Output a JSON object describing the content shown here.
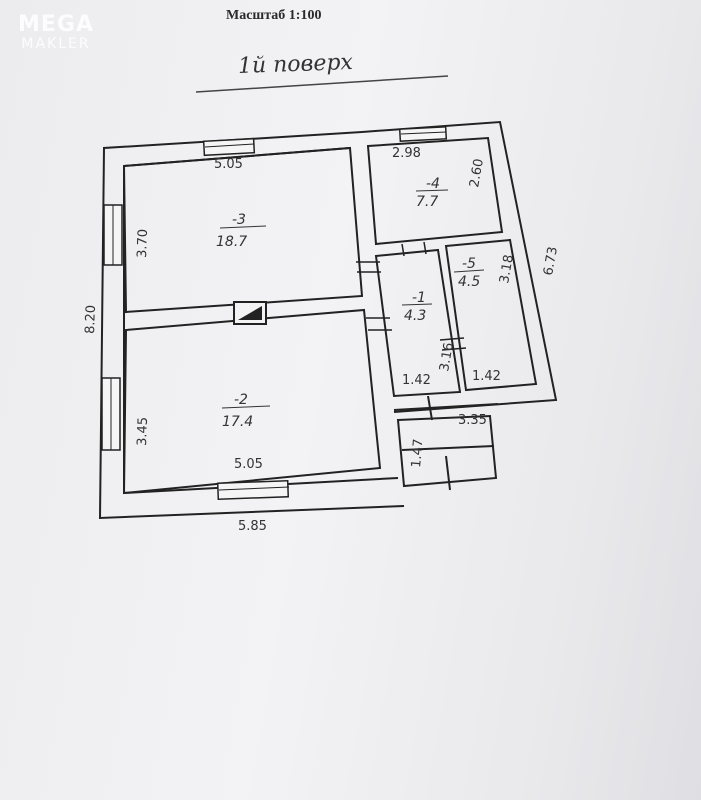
{
  "watermark": {
    "line1": "MEGA",
    "line2": "MAKLER"
  },
  "header": {
    "scale": "Масштаб 1:100",
    "floor": "1й поверх"
  },
  "rooms": [
    {
      "number": "-3",
      "area": "18.7"
    },
    {
      "number": "-2",
      "area": "17.4"
    },
    {
      "number": "-4",
      "area": "7.7"
    },
    {
      "number": "-1",
      "area": "4.3"
    },
    {
      "number": "-5",
      "area": "4.5"
    }
  ],
  "dimensions": {
    "top_left_width": "5.05",
    "top_right_width": "2.98",
    "room4_height": "2.60",
    "right_outer": "6.73",
    "room3_height": "3.70",
    "outer_left": "8.20",
    "room2_height": "3.45",
    "room2_width": "5.05",
    "outer_bottom": "5.85",
    "hall_height": "3.16",
    "room5_height": "3.18",
    "hall_width": "1.42",
    "room5_width": "1.42",
    "annex_width": "3.35",
    "porch_width": "1.47"
  }
}
